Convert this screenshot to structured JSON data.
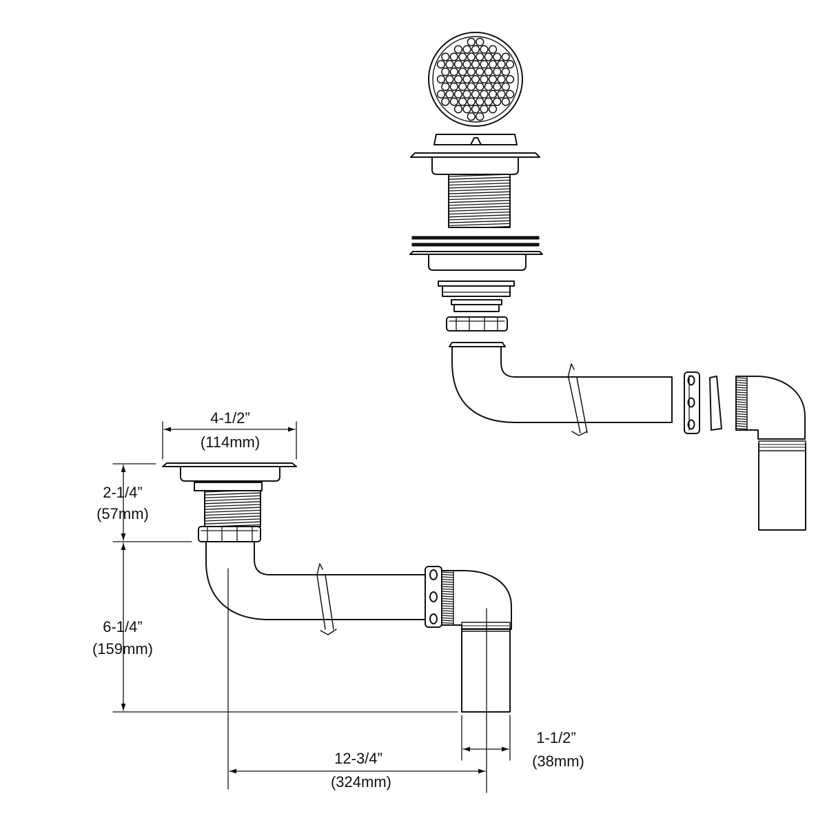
{
  "colors": {
    "line": "#111111",
    "background": "#ffffff"
  },
  "dimensions": {
    "strainer_width": {
      "imperial": "4-1/2”",
      "metric": "(114mm)"
    },
    "body_height": {
      "imperial": "2-1/4”",
      "metric": "(57mm)"
    },
    "drop_height": {
      "imperial": "6-1/4”",
      "metric": "(159mm)"
    },
    "horizontal_run": {
      "imperial": "12-3/4”",
      "metric": "(324mm)"
    },
    "tailpiece_diameter": {
      "imperial": "1-1/2”",
      "metric": "(38mm)"
    }
  }
}
